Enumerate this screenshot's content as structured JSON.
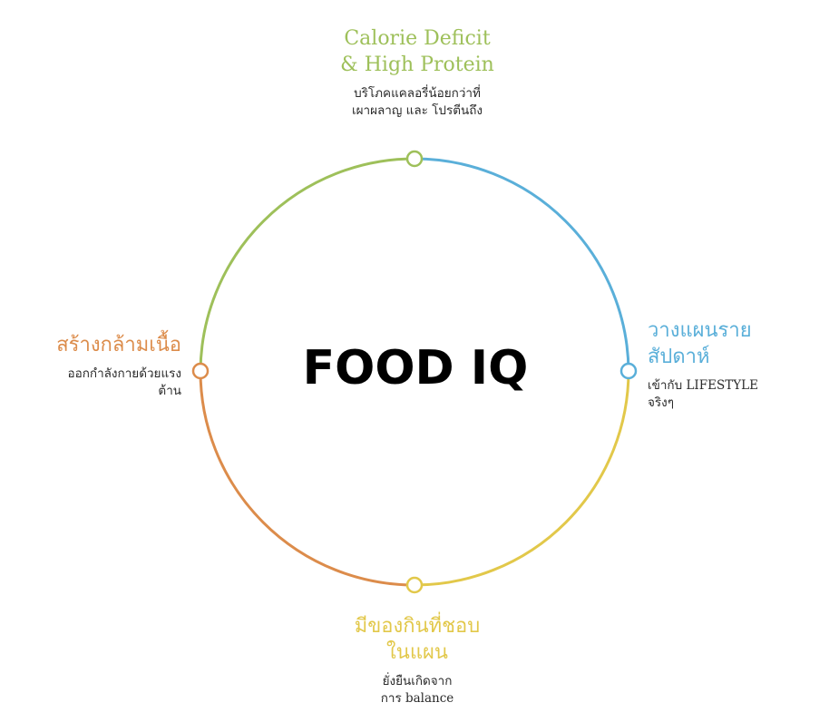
{
  "center": {
    "title": "FOOD IQ"
  },
  "colors": {
    "top": "#9ec05a",
    "right": "#5aafd9",
    "bottom": "#e2c84a",
    "left": "#dc8c4b"
  },
  "nodes": {
    "top": {
      "title_lines": [
        "Calorie Deficit",
        "& High Protein"
      ],
      "desc_lines": [
        "บริโภคแคลอรี่น้อยกว่าที่",
        "เผาผลาญ และ โปรตีนถึง"
      ]
    },
    "right": {
      "title_lines": [
        "วางแผนราย",
        "สัปดาห์"
      ],
      "desc_lines": [
        "เข้ากับ LIFESTYLE",
        "จริงๆ"
      ]
    },
    "bottom": {
      "title_lines": [
        "มีของกินที่ชอบ",
        "ในแผน"
      ],
      "desc_lines": [
        "ยั่งยืนเกิดจาก",
        "การ balance"
      ]
    },
    "left": {
      "title_lines": [
        "สร้างกล้ามเนื้อ"
      ],
      "desc_lines": [
        "ออกกำลังกายด้วยแรง",
        "ต้าน"
      ]
    }
  }
}
